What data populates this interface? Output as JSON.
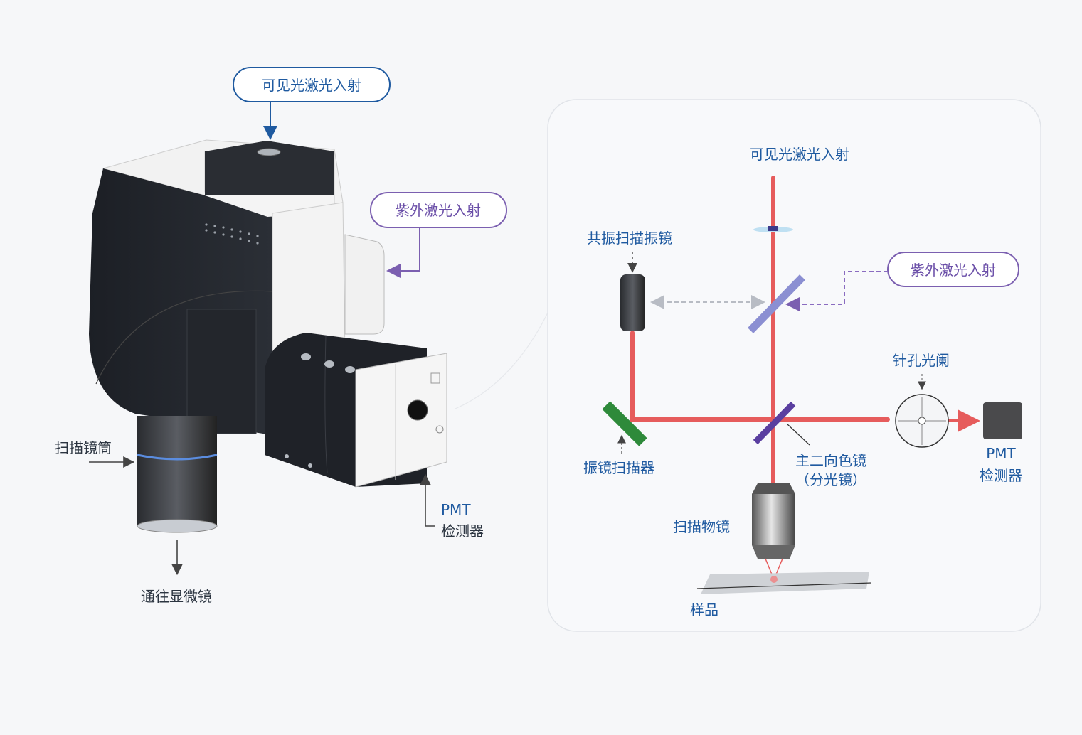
{
  "colors": {
    "visible_laser": "#e65c5c",
    "accent_blue": "#1f5aa0",
    "accent_purple": "#7b5fb0",
    "background": "#f6f7f9"
  },
  "device": {
    "callout_visible": "可见光激光入射",
    "callout_uv": "紫外激光入射",
    "scan_tube": "扫描镜筒",
    "to_microscope": "通往显微镜",
    "pmt_title": "PMT",
    "pmt_sub": "检测器"
  },
  "schematic": {
    "visible_in": "可见光激光入射",
    "uv_in": "紫外激光入射",
    "resonant_mirror": "共振扫描振镜",
    "galvo_scanner": "振镜扫描器",
    "dichroic_line1": "主二向色镜",
    "dichroic_line2": "（分光镜）",
    "pinhole": "针孔光阑",
    "pmt_title": "PMT",
    "pmt_sub": "检测器",
    "objective": "扫描物镜",
    "sample": "样品"
  }
}
